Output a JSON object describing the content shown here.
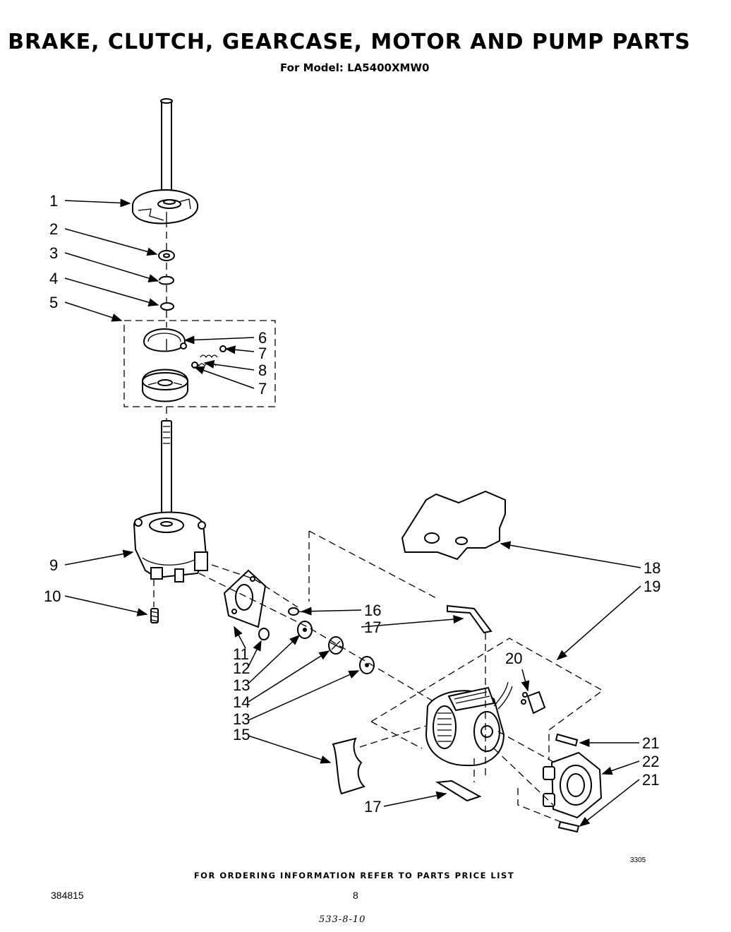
{
  "header": {
    "title": "BRAKE, CLUTCH, GEARCASE, MOTOR AND PUMP PARTS",
    "subtitle": "For Model: LA5400XMW0"
  },
  "callouts": [
    "1",
    "2",
    "3",
    "4",
    "5",
    "6",
    "7",
    "8",
    "7",
    "9",
    "10",
    "11",
    "12",
    "13",
    "14",
    "13",
    "15",
    "16",
    "17",
    "18",
    "19",
    "20",
    "21",
    "22",
    "21",
    "17"
  ],
  "footer": {
    "ordering_note": "FOR ORDERING INFORMATION REFER TO PARTS PRICE LIST",
    "doc_number": "384815",
    "page_number": "8",
    "diagram_code": "3305",
    "handwritten_note": "533-8-10"
  }
}
